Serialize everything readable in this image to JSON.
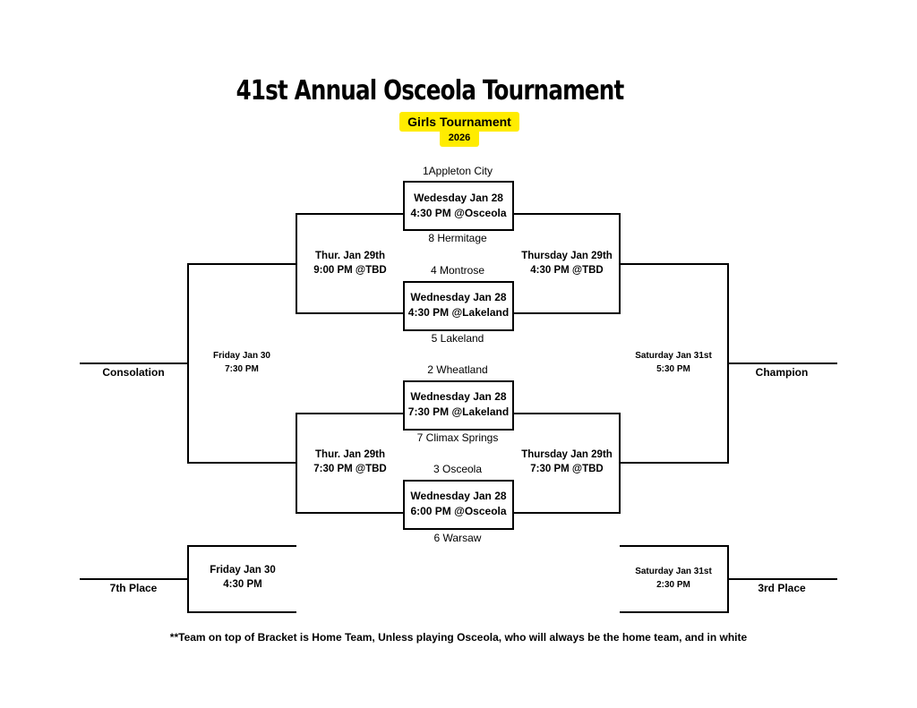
{
  "header": {
    "title": "41st Annual Osceola Tournament",
    "subtitle": "Girls Tournament",
    "year": "2026",
    "highlight_color": "#ffec00"
  },
  "round1": [
    {
      "top_team": "1Appleton City",
      "bottom_team": "8 Hermitage",
      "day": "Wedesday Jan 28",
      "time": "4:30 PM @Osceola"
    },
    {
      "top_team": "4 Montrose",
      "bottom_team": "5 Lakeland",
      "day": "Wednesday Jan 28",
      "time": "4:30 PM @Lakeland"
    },
    {
      "top_team": "2 Wheatland",
      "bottom_team": "7 Climax Springs",
      "day": "Wednesday Jan 28",
      "time": "7:30 PM @Lakeland"
    },
    {
      "top_team": "3 Osceola",
      "bottom_team": "6 Warsaw",
      "day": "Wednesday Jan 28",
      "time": "6:00 PM @Osceola"
    }
  ],
  "consolation_semis": [
    {
      "day": "Thur. Jan 29th",
      "time": "9:00 PM @TBD"
    },
    {
      "day": "Thur. Jan 29th",
      "time": "7:30 PM @TBD"
    }
  ],
  "winner_semis": [
    {
      "day": "Thursday Jan 29th",
      "time": "4:30 PM @TBD"
    },
    {
      "day": "Thursday Jan 29th",
      "time": "7:30 PM @TBD"
    }
  ],
  "consolation_final": {
    "day": "Friday Jan 30",
    "time": "7:30 PM",
    "label": "Consolation"
  },
  "championship": {
    "day": "Saturday Jan 31st",
    "time": "5:30 PM",
    "label": "Champion"
  },
  "seventh_place": {
    "day": "Friday Jan 30",
    "time": "4:30 PM",
    "label": "7th Place"
  },
  "third_place": {
    "day": "Saturday Jan 31st",
    "time": "2:30 PM",
    "label": "3rd Place"
  },
  "footnote": "**Team on top of Bracket is Home Team, Unless playing Osceola, who will always be the home team, and in white"
}
